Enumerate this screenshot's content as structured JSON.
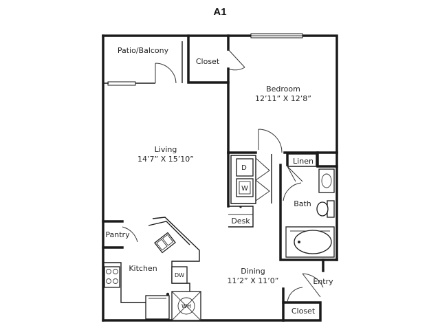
{
  "plan_name": "A1",
  "rooms": {
    "patio": {
      "label": "Patio/Balcony"
    },
    "closet_top": {
      "label": "Closet"
    },
    "bedroom": {
      "label": "Bedroom",
      "dims": "12’11” X 12’8”"
    },
    "living": {
      "label": "Living",
      "dims": "14’7” X 15’10”"
    },
    "linen": {
      "label": "Linen"
    },
    "bath": {
      "label": "Bath"
    },
    "pantry": {
      "label": "Pantry"
    },
    "kitchen": {
      "label": "Kitchen"
    },
    "desk": {
      "label": "Desk"
    },
    "dining": {
      "label": "Dining",
      "dims": "11’2” X 11’0”"
    },
    "entry": {
      "label": "Entry"
    },
    "closet_entry": {
      "label": "Closet"
    }
  },
  "appliances": {
    "dryer": "D",
    "washer": "W",
    "dishwasher": "DW",
    "water_heater": "WH"
  }
}
